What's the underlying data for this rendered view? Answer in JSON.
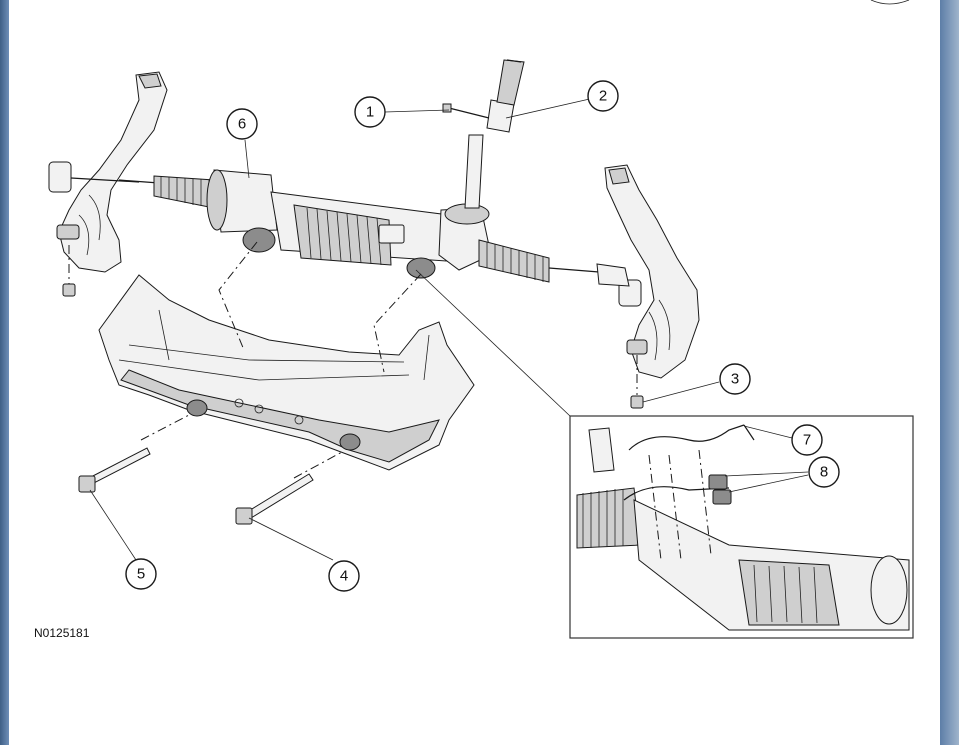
{
  "figure_id": "N0125181",
  "callouts": [
    "1",
    "2",
    "3",
    "4",
    "5",
    "6",
    "7",
    "8"
  ]
}
